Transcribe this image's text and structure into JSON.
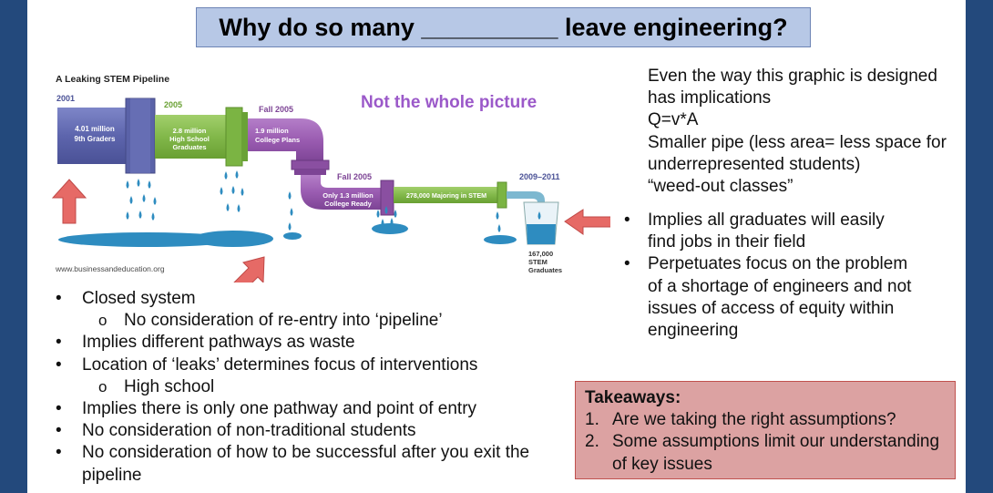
{
  "slide": {
    "title": "Why do so many __________ leave engineering?",
    "annotation": "Not the whole picture"
  },
  "graphic": {
    "title": "A Leaking STEM Pipeline",
    "source": "www.businessandeducation.org",
    "stages": [
      {
        "year": "2001",
        "line1": "4.01 million",
        "line2": "9th Graders",
        "line3": ""
      },
      {
        "year": "2005",
        "line1": "2.8 million",
        "line2": "High School",
        "line3": "Graduates"
      },
      {
        "year": "Fall 2005",
        "line1": "1.9 million",
        "line2": "College Plans",
        "line3": ""
      },
      {
        "year": "Fall 2005",
        "line1": "Only 1.3 million",
        "line2": "College Ready",
        "line3": ""
      },
      {
        "year": "",
        "line1": "278,000 Majoring in STEM",
        "line2": "",
        "line3": ""
      },
      {
        "year": "2009–2011",
        "line1": "167,000",
        "line2": "STEM",
        "line3": "Graduates"
      }
    ],
    "colors": {
      "blue": "#6a72b8",
      "green": "#86bc4b",
      "purple": "#9c5fb0",
      "water": "#2e8cc0",
      "arrow": "#e66a66"
    }
  },
  "right_text": {
    "lines": [
      "Even the way this graphic is designed has implications",
      "Q=v*A",
      "Smaller pipe (less area= less space for underrepresented students)",
      "“weed-out classes”"
    ],
    "bullets": [
      "Implies all graduates will easily find jobs in their field",
      "Perpetuates focus on the problem of a shortage of engineers and not issues of access of equity within engineering"
    ]
  },
  "left_bullets": [
    {
      "text": "Closed system",
      "level": 1
    },
    {
      "text": "No consideration of re-entry into ‘pipeline’",
      "level": 2
    },
    {
      "text": "Implies different pathways as waste",
      "level": 1
    },
    {
      "text": "Location of ‘leaks’ determines focus of interventions",
      "level": 1
    },
    {
      "text": "High school",
      "level": 2
    },
    {
      "text": "Implies there is only one pathway and point of entry",
      "level": 1
    },
    {
      "text": "No consideration of non-traditional students",
      "level": 1
    },
    {
      "text": "No consideration of how to be successful after you exit the pipeline",
      "level": 1
    }
  ],
  "takeaways": {
    "heading": "Takeaways:",
    "items": [
      {
        "num": "1.",
        "text": "Are we taking the right assumptions?"
      },
      {
        "num": "2.",
        "text": "Some assumptions limit  our understanding of key issues"
      }
    ]
  }
}
